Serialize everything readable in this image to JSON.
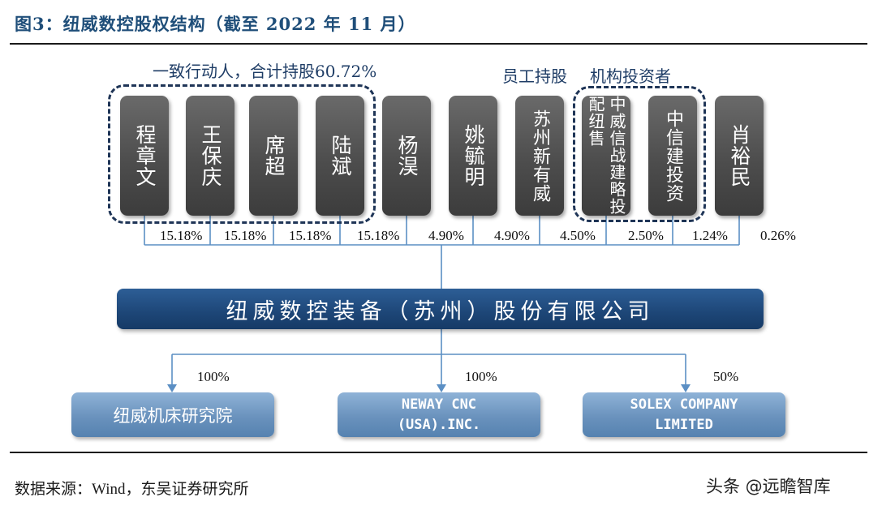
{
  "title": "图3：纽威数控股权结构（截至 2022 年 11 月）",
  "groups": {
    "concert": "一致行动人，合计持股60.72%",
    "esop": "员工持股",
    "institution": "机构投资者"
  },
  "holders": [
    {
      "name": "程章文",
      "share": "15.18%"
    },
    {
      "name": "王保庆",
      "share": "15.18%"
    },
    {
      "name": "席超",
      "share": "15.18%"
    },
    {
      "name": "陆斌",
      "share": "15.18%"
    },
    {
      "name": "杨淏",
      "share": "4.90%"
    },
    {
      "name": "姚毓明",
      "share": "4.90%"
    },
    {
      "name": "苏州新有威",
      "share": "4.50%"
    },
    {
      "name": "中威信战建略投配纽售",
      "share": "2.50%"
    },
    {
      "name": "中信建投资",
      "share": "1.24%"
    },
    {
      "name": "肖裕民",
      "share": "0.26%"
    }
  ],
  "company": "纽威数控装备（苏州）股份有限公司",
  "subsidiaries": [
    {
      "name": "纽威机床研究院",
      "share": "100%"
    },
    {
      "name": "NEWAY CNC\n(USA).INC.",
      "share": "100%"
    },
    {
      "name": "SOLEX COMPANY\nLIMITED",
      "share": "50%"
    }
  ],
  "source_label": "数据来源：",
  "source_text": "Wind，东吴证券研究所",
  "watermark": "头条 @远瞻智库",
  "colors": {
    "title": "#1f4e79",
    "holder_box": "#4d4d4d",
    "company_box": "#1d4677",
    "subsidiary_box": "#6a92bd",
    "connector": "#5b8fc4",
    "dashed_border": "#1f3557"
  }
}
